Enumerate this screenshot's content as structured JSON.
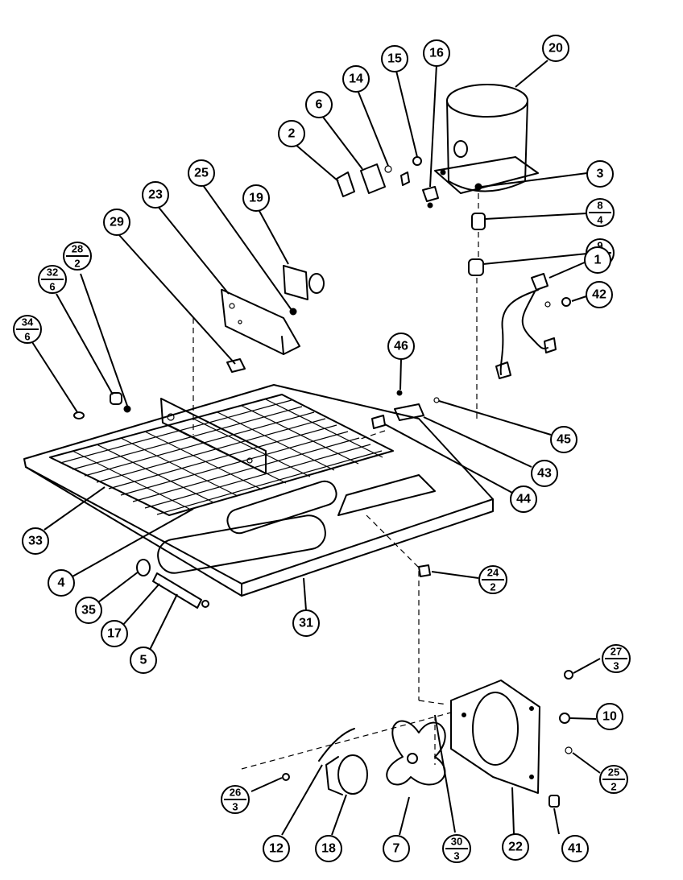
{
  "callouts": [
    {
      "id": "c20",
      "label": "20"
    },
    {
      "id": "c16",
      "label": "16"
    },
    {
      "id": "c15",
      "label": "15"
    },
    {
      "id": "c14",
      "label": "14"
    },
    {
      "id": "c6",
      "label": "6"
    },
    {
      "id": "c2",
      "label": "2"
    },
    {
      "id": "c3",
      "label": "3"
    },
    {
      "id": "c8",
      "label": "8",
      "qty": "4"
    },
    {
      "id": "c9",
      "label": "9",
      "qty": "4"
    },
    {
      "id": "c1",
      "label": "1"
    },
    {
      "id": "c42",
      "label": "42"
    },
    {
      "id": "c25a",
      "label": "25"
    },
    {
      "id": "c23",
      "label": "23"
    },
    {
      "id": "c19",
      "label": "19"
    },
    {
      "id": "c29",
      "label": "29"
    },
    {
      "id": "c28",
      "label": "28",
      "qty": "2"
    },
    {
      "id": "c32",
      "label": "32",
      "qty": "6"
    },
    {
      "id": "c34",
      "label": "34",
      "qty": "6"
    },
    {
      "id": "c46",
      "label": "46"
    },
    {
      "id": "c45",
      "label": "45"
    },
    {
      "id": "c43",
      "label": "43"
    },
    {
      "id": "c44",
      "label": "44"
    },
    {
      "id": "c33",
      "label": "33"
    },
    {
      "id": "c4",
      "label": "4"
    },
    {
      "id": "c35",
      "label": "35"
    },
    {
      "id": "c17",
      "label": "17"
    },
    {
      "id": "c5",
      "label": "5"
    },
    {
      "id": "c31",
      "label": "31"
    },
    {
      "id": "c24",
      "label": "24",
      "qty": "2"
    },
    {
      "id": "c27",
      "label": "27",
      "qty": "3"
    },
    {
      "id": "c10",
      "label": "10"
    },
    {
      "id": "c25b",
      "label": "25",
      "qty": "2"
    },
    {
      "id": "c26",
      "label": "26",
      "qty": "3"
    },
    {
      "id": "c12",
      "label": "12"
    },
    {
      "id": "c18",
      "label": "18"
    },
    {
      "id": "c7",
      "label": "7"
    },
    {
      "id": "c30",
      "label": "30",
      "qty": "3"
    },
    {
      "id": "c22",
      "label": "22"
    },
    {
      "id": "c41",
      "label": "41"
    }
  ]
}
